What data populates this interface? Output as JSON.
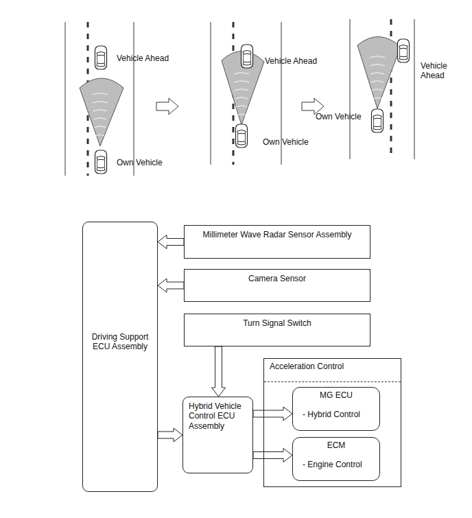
{
  "diagram": {
    "nodes": [
      {
        "text": [
          "Driving Support ECU Assembly"
        ]
      },
      {
        "text": [
          "Millimeter Wave Radar Sensor Assembly"
        ]
      },
      {
        "text": [
          "Camera Sensor"
        ]
      },
      {
        "text": [
          "Turn Signal Switch"
        ]
      },
      {
        "text": [
          "Hybrid Vehicle Control ECU Assembly"
        ]
      },
      {
        "text": [
          "Acceleration Control"
        ]
      },
      {
        "text": [
          "MG ECU",
          "- Hybrid Control"
        ],
        "in": 5
      },
      {
        "text": [
          "ECM",
          "- Engine Control"
        ],
        "in": 5
      }
    ],
    "edges": [
      {
        "from": 1,
        "to": 0,
        "arrow": "to"
      },
      {
        "from": 2,
        "to": 0,
        "arrow": "to"
      },
      {
        "from": 3,
        "to": 4,
        "arrow": "to"
      },
      {
        "from": 0,
        "to": 4,
        "arrow": "to"
      },
      {
        "from": 4,
        "to": 6,
        "arrow": "to"
      },
      {
        "from": 4,
        "to": 7,
        "arrow": "to"
      }
    ],
    "labels": [
      "Vehicle Ahead",
      "Own Vehicle",
      "Vehicle Ahead",
      "Own Vehicle",
      "Own Vehicle",
      "Vehicle Ahead"
    ]
  }
}
